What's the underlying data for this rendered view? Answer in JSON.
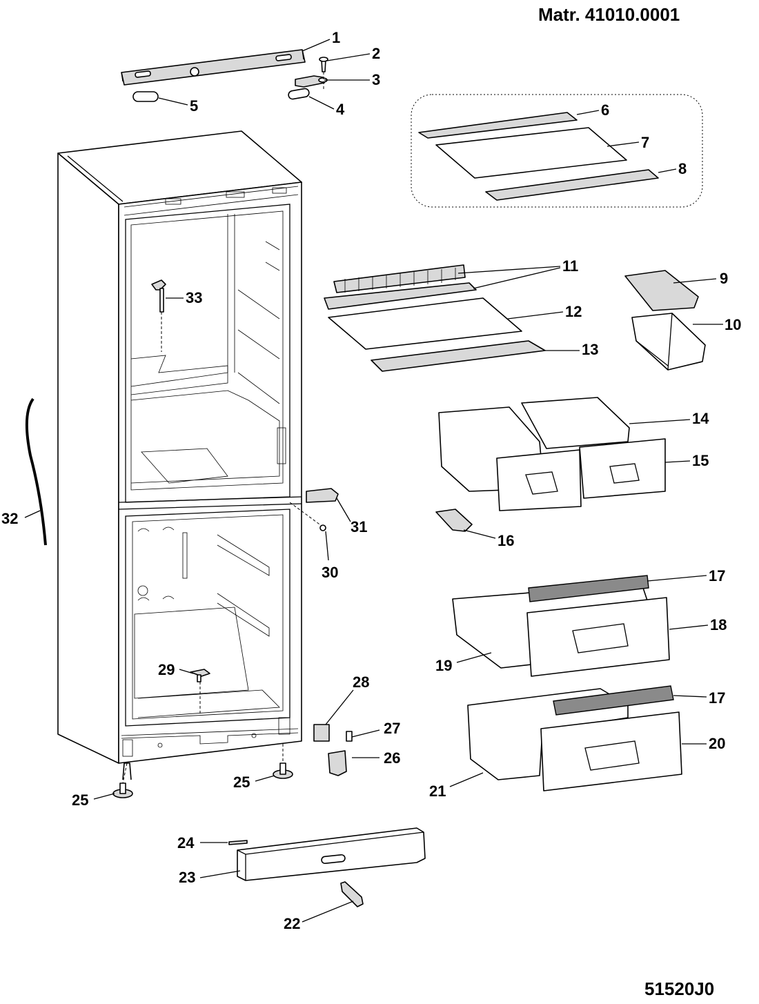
{
  "header": {
    "material": "Matr. 41010.0001"
  },
  "footer": {
    "drawing_code": "51520J0"
  },
  "callouts": [
    "1",
    "2",
    "3",
    "4",
    "5",
    "6",
    "7",
    "8",
    "9",
    "10",
    "11",
    "12",
    "13",
    "14",
    "15",
    "16",
    "17",
    "17",
    "18",
    "19",
    "20",
    "21",
    "22",
    "23",
    "24",
    "25",
    "25",
    "26",
    "27",
    "28",
    "29",
    "30",
    "31",
    "32",
    "33"
  ]
}
